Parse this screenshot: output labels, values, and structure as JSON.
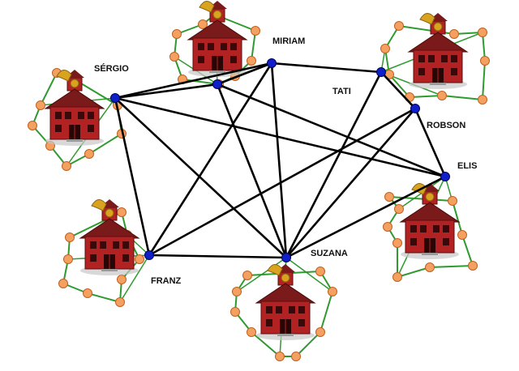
{
  "colors": {
    "background": "#ffffff",
    "main_edge": "#000000",
    "hub_node": "#1020c8",
    "local_edge": "#2f9a2f",
    "local_node": "#f4a060",
    "school_wall": "#b22222",
    "school_roof": "#7a1a1a",
    "bell": "#d9a320"
  },
  "icons": {
    "school": "school-house-with-bell-icon"
  },
  "nodes": [
    {
      "id": "sergio",
      "label": "SÉRGIO"
    },
    {
      "id": "miriam",
      "label": "MIRIAM"
    },
    {
      "id": "tati",
      "label": "TATI"
    },
    {
      "id": "robson",
      "label": "ROBSON"
    },
    {
      "id": "elis",
      "label": "ELIS"
    },
    {
      "id": "franz",
      "label": "FRANZ"
    },
    {
      "id": "suzana",
      "label": "SUZANA"
    }
  ]
}
